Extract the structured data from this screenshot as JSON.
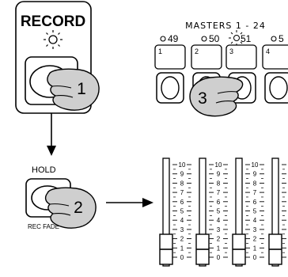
{
  "record": {
    "label": "RECORD",
    "step": "1"
  },
  "hold": {
    "label": "HOLD",
    "sublabel": "REC FADE",
    "step": "2"
  },
  "masters": {
    "title": "MASTERS 1 - 24",
    "leds": [
      "49",
      "50",
      "51",
      "5"
    ],
    "buttons": [
      "1",
      "2",
      "3",
      "4"
    ],
    "step": "3"
  },
  "fader_scale": [
    "10",
    "9",
    "8",
    "7",
    "6",
    "5",
    "4",
    "3",
    "2",
    "1",
    "0"
  ]
}
